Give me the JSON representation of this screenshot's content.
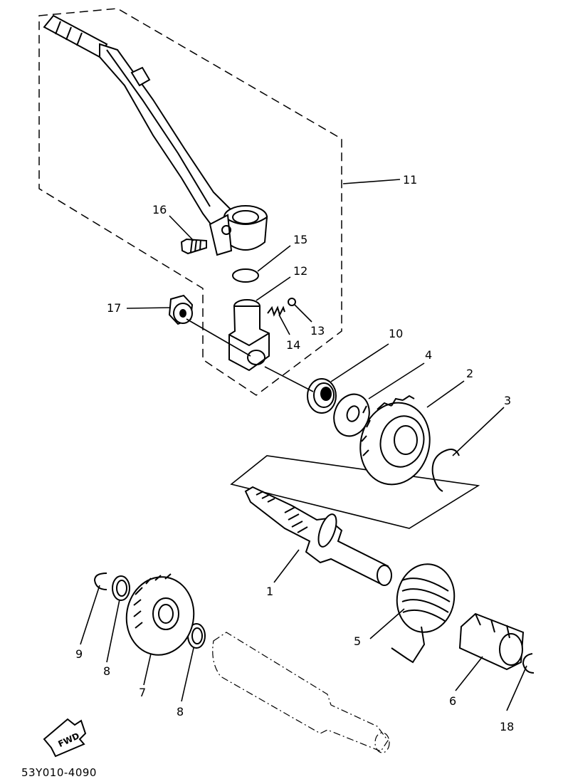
{
  "diagram_code": "53Y010-4090",
  "fwd_label": "FWD",
  "parts": {
    "p1": "1",
    "p2": "2",
    "p3": "3",
    "p4": "4",
    "p5": "5",
    "p6": "6",
    "p7": "7",
    "p8a": "8",
    "p8b": "8",
    "p9": "9",
    "p10": "10",
    "p11": "11",
    "p12": "12",
    "p13": "13",
    "p14": "14",
    "p15": "15",
    "p16": "16",
    "p17": "17",
    "p18": "18"
  }
}
